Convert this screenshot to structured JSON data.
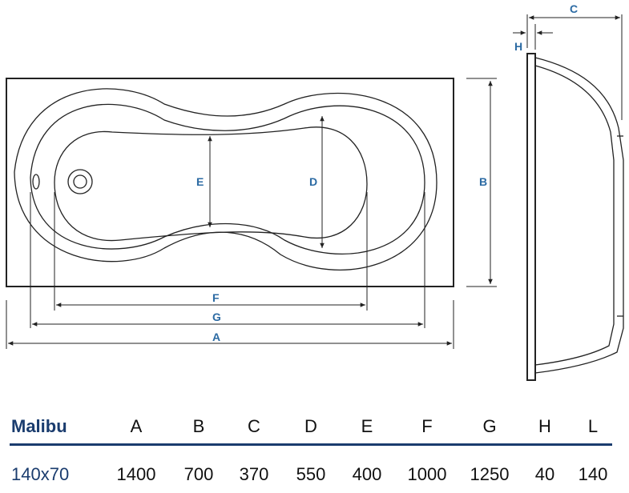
{
  "colors": {
    "label": "#2b6aa3",
    "line": "#222222",
    "brand": "#1a3c6e"
  },
  "labels": {
    "A": "A",
    "B": "B",
    "C": "C",
    "D": "D",
    "E": "E",
    "F": "F",
    "G": "G",
    "H": "H"
  },
  "table": {
    "headers": [
      "Malibu",
      "A",
      "B",
      "C",
      "D",
      "E",
      "F",
      "G",
      "H",
      "L"
    ],
    "values": [
      "140x70",
      "1400",
      "700",
      "370",
      "550",
      "400",
      "1000",
      "1250",
      "40",
      "140"
    ]
  }
}
